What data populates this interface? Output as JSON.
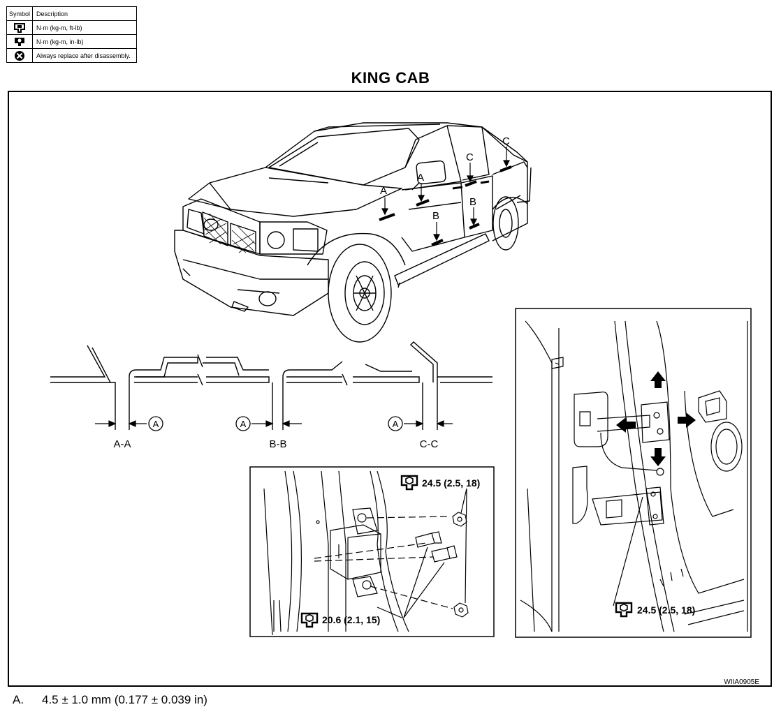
{
  "legend": {
    "header_symbol": "Symbol",
    "header_description": "Description",
    "rows": [
      {
        "icon": "torque-wrench-icon",
        "description": "N·m (kg-m, ft-lb)"
      },
      {
        "icon": "torque-wrench-inlb-icon",
        "description": "N·m (kg-m, in-lb)"
      },
      {
        "icon": "replace-part-icon",
        "description": "Always replace after disassembly."
      }
    ]
  },
  "title": "KING CAB",
  "truck_labels": {
    "a": "A",
    "b": "B",
    "c": "C"
  },
  "sections": {
    "aa": "A-A",
    "bb": "B-B",
    "cc": "C-C",
    "callout": "A"
  },
  "torque": {
    "left_nut": "24.5 (2.5, 18)",
    "left_bolt": "20.6 (2.1, 15)",
    "right_bolt": "24.5 (2.5, 18)"
  },
  "figure_id": "WIIA0905E",
  "footnote": {
    "key": "A.",
    "text": "4.5 ± 1.0 mm (0.177 ± 0.039 in)"
  }
}
